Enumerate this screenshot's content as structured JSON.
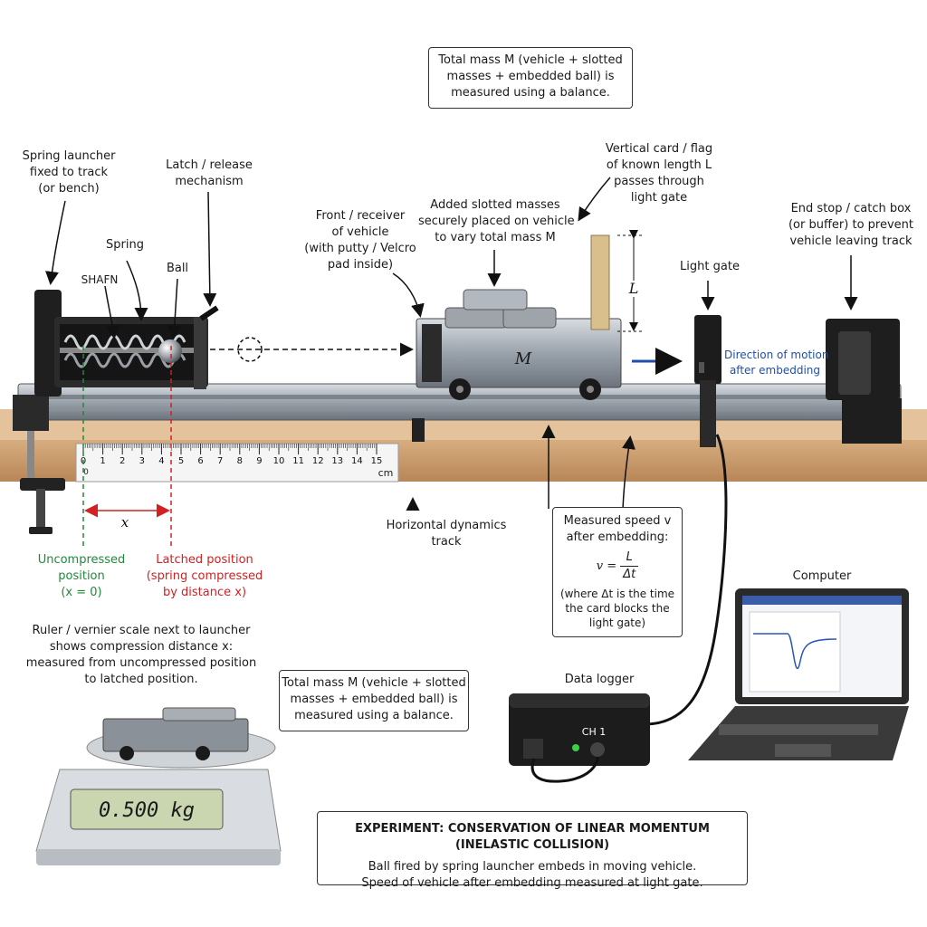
{
  "balance_note_top": [
    "Total mass M (vehicle + slotted",
    "masses + embedded ball) is",
    "measured using a balance."
  ],
  "balance_note_mid": [
    "Total mass M (vehicle + slotted",
    "masses + embedded ball) is",
    "measured using a balance."
  ],
  "labels": {
    "spring_launcher": [
      "Spring launcher",
      "fixed to track",
      "(or bench)"
    ],
    "latch": [
      "Latch / release",
      "mechanism"
    ],
    "spring": "Spring",
    "shaft": "SHAFN",
    "ball": "Ball",
    "front_receiver": [
      "Front / receiver",
      "of vehicle",
      "(with putty / Velcro",
      "pad inside)"
    ],
    "slotted_masses": [
      "Added slotted masses",
      "securely placed on vehicle",
      "to vary total mass M"
    ],
    "card_flag": [
      "Vertical card / flag",
      "of known length L",
      "passes through",
      "light gate"
    ],
    "light_gate": "Light gate",
    "end_stop": [
      "End stop / catch box",
      "(or buffer) to prevent",
      "vehicle leaving track"
    ],
    "direction": [
      "Direction of motion",
      "after embedding"
    ],
    "vehicle_mass": "M",
    "card_length": "L",
    "x_label": "x",
    "track": [
      "Horizontal dynamics",
      "track"
    ],
    "uncompressed": [
      "Uncompressed",
      "position",
      "(x = 0)"
    ],
    "latched": [
      "Latched position",
      "(spring compressed",
      "by distance x)"
    ],
    "ruler_note": [
      "Ruler / vernier scale next to launcher",
      "shows compression distance x:",
      "measured from uncompressed position",
      "to latched position."
    ],
    "computer": "Computer",
    "data_logger": "Data logger",
    "ch1": "CH 1",
    "ruler_unit": "cm",
    "ruler_zero": "0"
  },
  "speed_box": {
    "line1": "Measured speed v",
    "line2": "after embedding:",
    "lhs": "v =",
    "num": "L",
    "den": "Δt",
    "note": [
      "(where Δt is the time",
      "the card blocks the",
      "light gate)"
    ]
  },
  "ruler_ticks": [
    "0",
    "1",
    "2",
    "3",
    "4",
    "5",
    "6",
    "7",
    "8",
    "9",
    "10",
    "11",
    "12",
    "13",
    "14",
    "15"
  ],
  "scale_reading": "0.500 kg",
  "experiment": {
    "title": "EXPERIMENT: CONSERVATION OF LINEAR MOMENTUM (INELASTIC COLLISION)",
    "line1": "Ball fired by spring launcher embeds in moving vehicle.",
    "line2": "Speed of vehicle after embedding measured at light gate."
  },
  "colors": {
    "accent_red": "#d32020",
    "accent_green": "#1e8a3a",
    "accent_blue": "#1f4fa8",
    "bench": "#c79a6a"
  }
}
